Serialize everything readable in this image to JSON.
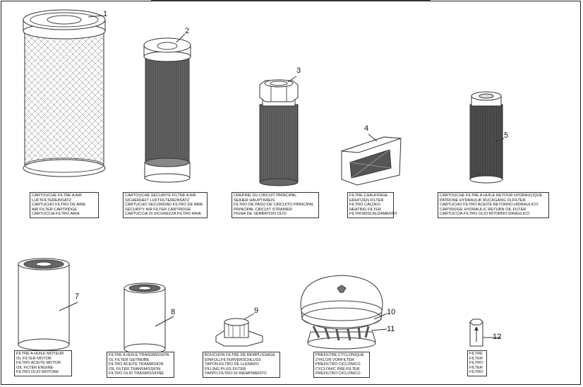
{
  "parts": [
    {
      "number": "1",
      "lines": [
        "CARTOUCHE FILTRE A AIR",
        "LUFTFILTEREINSATZ",
        "CARTUCHO FILTRO DE AIRE",
        "AIR FILTER CARTRIDGE",
        "CARTUCCIA FILTRO ARIA"
      ]
    },
    {
      "number": "2",
      "lines": [
        "CARTOUCHE SECURITE FILTRE A AIR",
        "SICHERHEIT LUFTFILTEREINSATZ",
        "CARTUCHO SECURIDAD FILTRO DE AIRE",
        "SECURITY AIR FILTER CARTRIDGE",
        "CARTUCCIA DI SICUREZZA FILTRO ARIA"
      ]
    },
    {
      "number": "3",
      "lines": [
        "CREPINE DU CIRCUIT PRINCIPAL",
        "SEIHER HAUPTKREIS",
        "FILTRO DE PASO DE CIRCUITO PRINCIPAL",
        "PRINCIPAL CIRCUIT STRAINER",
        "PIGNA DE SERBATOIO OLIO"
      ]
    },
    {
      "number": "4",
      "lines": [
        "FILTRE CHAUFFAGE",
        "ERHITZEN FILTER",
        "FILTRO CALDEO",
        "HEATING FILTER",
        "FILTRORISCALDAMENTO"
      ]
    },
    {
      "number": "5",
      "lines": [
        "CARTOUCHE FILTRE A HUILE RETOUR HYDRAULIQUE",
        "PATRONE HYDRAULIK RUCKGANG OLFILTER",
        "CARTUCHO FILTRO ACEITE RETORNO HIDRAULICO",
        "CARTRIDGE HYDRAULIC RETURN OIL FILTER",
        "CARTUCCIA FILTRO OLIO RITORNO IDRAULICO"
      ]
    },
    {
      "number": "7",
      "lines": [
        "FILTRE A HUILE MOTEUR",
        "OL FILTER MOTOR",
        "FILTRO ACEITE MOTOR",
        "OIL FILTER ENGINE",
        "FILTRO OLIO MOTORE"
      ]
    },
    {
      "number": "8",
      "lines": [
        "FILTRE A HUILE TRANSMISSION",
        "OL FILTER GETREIBE",
        "FILTRO ACEITE TRANMISION",
        "OIL FILTER TRANSMISSION",
        "FILTRO OLIO TRASMISSIONE"
      ]
    },
    {
      "number": "9",
      "lines": [
        "BOUCHON FILTRE DE REMPLISSAGE",
        "EINFULLFILTERVERSCHLUSS",
        "TAPON FILTRO DE LLENADO",
        "FILLING PLUG FILTER",
        "TAPPO FILTRO DI RIEMPIMENTO"
      ]
    },
    {
      "number": "10",
      "lines": [
        "PREFILTRE CYCLONIQUE",
        "ZYKLON VORFILTER",
        "PREFILTRO CICLÓNICO",
        "CYCLONIC PRE-FILTER",
        "PREFILTRO CICLONICO"
      ]
    },
    {
      "number": "11",
      "lines": []
    },
    {
      "number": "12",
      "lines": [
        "FILTRE",
        "FILTER",
        "FILTRO",
        "FILTER",
        "FILTRO"
      ]
    }
  ]
}
